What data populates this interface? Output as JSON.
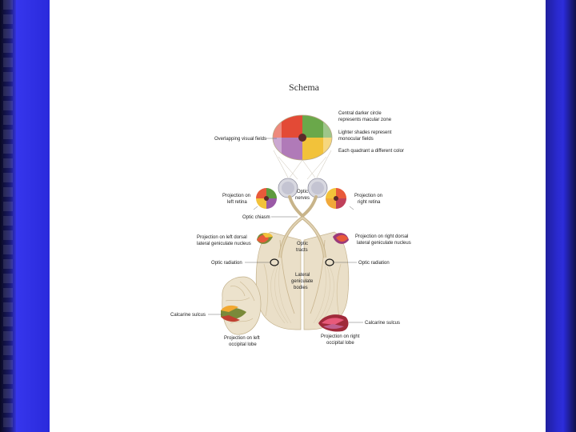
{
  "title": "Schema",
  "labels": {
    "overlapping": "Overlapping visual fields",
    "central1": "Central darker circle",
    "central2": "represents macular zone",
    "lighter1": "Lighter shades represent",
    "lighter2": "monocular fields",
    "quadrant": "Each quadrant a different color",
    "proj_left_retina1": "Projection on",
    "proj_left_retina2": "left retina",
    "proj_right_retina1": "Projection on",
    "proj_right_retina2": "right retina",
    "optic_nerves1": "Optic",
    "optic_nerves2": "nerves",
    "optic_chiasm": "Optic chiasm",
    "proj_left_lgn1": "Projection on left dorsal",
    "proj_left_lgn2": "lateral geniculate nucleus",
    "proj_right_lgn1": "Projection on right dorsal",
    "proj_right_lgn2": "lateral geniculate nucleus",
    "optic_tracts1": "Optic",
    "optic_tracts2": "tracts",
    "optic_radiation_left": "Optic radiation",
    "optic_radiation_right": "Optic radiation",
    "lgb1": "Lateral",
    "lgb2": "geniculate",
    "lgb3": "bodies",
    "calcarine_left": "Calcarine sulcus",
    "calcarine_right": "Calcarine sulcus",
    "proj_left_occ1": "Projection on left",
    "proj_left_occ2": "occipital lobe",
    "proj_right_occ1": "Projection on right",
    "proj_right_occ2": "occipital lobe"
  },
  "colors": {
    "band": "#3434f0",
    "red": "#d9322b",
    "green": "#5a9a3a",
    "yellow": "#f2b830",
    "purple": "#8a4a8c",
    "macula": "#5a2a2a",
    "brain": "#e8dcc4",
    "brain_dark": "#c9b58f"
  }
}
